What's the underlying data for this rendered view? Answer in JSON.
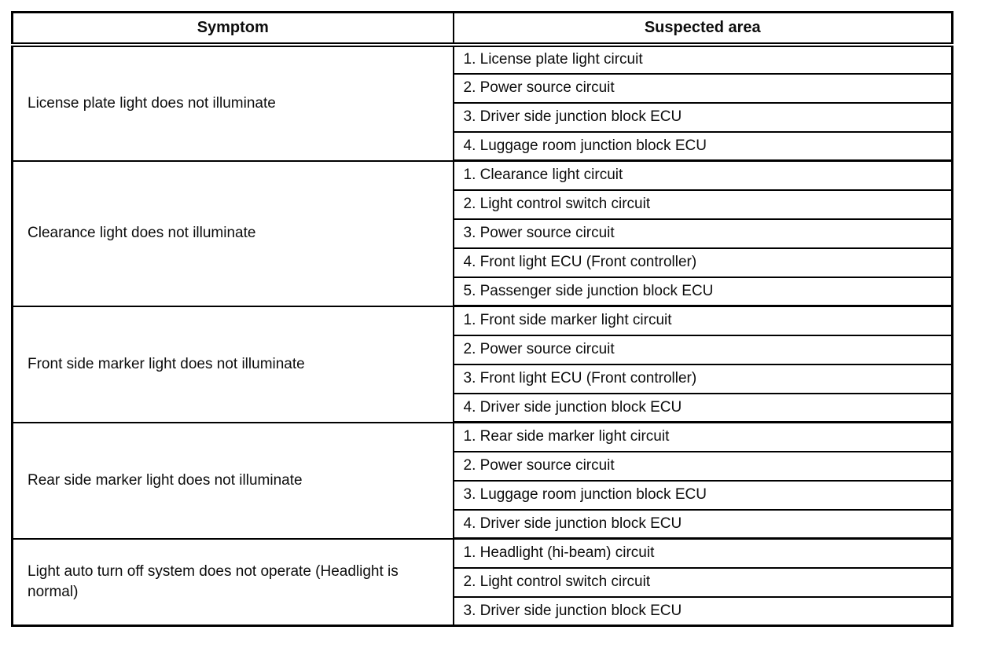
{
  "table": {
    "headers": {
      "symptom": "Symptom",
      "suspected_area": "Suspected area"
    },
    "groups": [
      {
        "symptom": "License plate light does not illuminate",
        "areas": [
          "1. License plate light circuit",
          "2. Power source circuit",
          "3. Driver side junction block ECU",
          "4. Luggage room junction block ECU"
        ]
      },
      {
        "symptom": "Clearance light does not illuminate",
        "areas": [
          "1. Clearance light circuit",
          "2. Light control switch circuit",
          "3. Power source circuit",
          "4. Front light ECU (Front controller)",
          "5. Passenger side junction block ECU"
        ]
      },
      {
        "symptom": "Front side marker light does not illuminate",
        "areas": [
          "1. Front side marker light circuit",
          "2. Power source circuit",
          "3. Front light ECU (Front controller)",
          "4. Driver side junction block ECU"
        ]
      },
      {
        "symptom": "Rear side marker light does not illuminate",
        "areas": [
          "1. Rear side marker light circuit",
          "2. Power source circuit",
          "3. Luggage room junction block ECU",
          "4. Driver side junction block ECU"
        ]
      },
      {
        "symptom": "Light auto turn off system does not operate (Headlight is normal)",
        "areas": [
          "1. Headlight (hi-beam) circuit",
          "2. Light control switch circuit",
          "3. Driver side junction block ECU"
        ]
      }
    ],
    "colors": {
      "border": "#000000",
      "text": "#0d0d0d",
      "background": "#ffffff"
    }
  }
}
